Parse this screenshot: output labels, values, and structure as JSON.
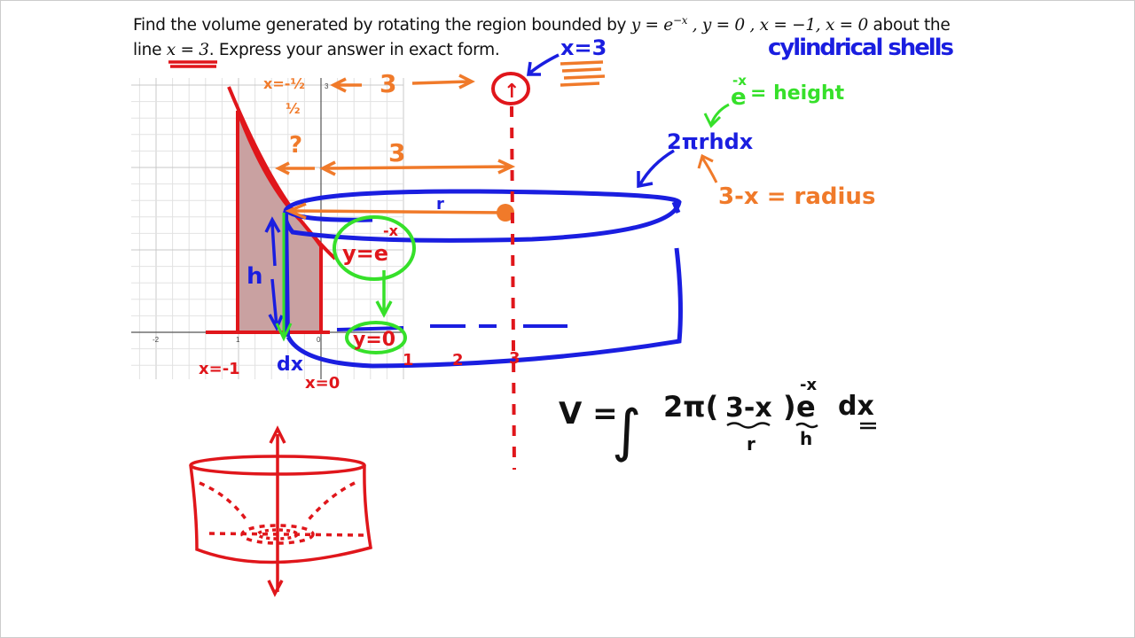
{
  "problem": {
    "line1_prefix": "Find the volume generated by rotating the region bounded by ",
    "eq1": "y = e",
    "eq1_exp": "−x",
    "eq2": " , y = 0 , x = −1, x = 0 ",
    "line1_suffix": " about the",
    "line2_prefix": "line ",
    "eq3": "x = 3",
    "line2_suffix": ".  Express your answer in exact form."
  },
  "graph": {
    "x_tick_labels": [
      "-2",
      "1",
      "0"
    ],
    "y_tick_labels": [
      "3"
    ]
  },
  "annotations": {
    "axis_of_rotation": "x=3",
    "method": "cylindrical shells",
    "height_note_base": "e",
    "height_note_exp": "-x",
    "height_note_suffix": "= height",
    "shell_formula": "2πrhdx",
    "radius_note": "3-x = radius",
    "x_half": "x=-½",
    "half": "½",
    "distance_top": "3",
    "question": "?",
    "distance_mid": "3",
    "r_label": "r",
    "h_label": "h",
    "curve_label": "y=e",
    "curve_label_exp": "-x",
    "floor_label": "y=0",
    "x_left": "x=-1",
    "dx_label": "dx",
    "x_right": "x=0",
    "tick_1": "1",
    "tick_2": "2",
    "tick_3": "3",
    "circled_top": "↑"
  },
  "integral": {
    "lhs": "V =",
    "sign": "∫",
    "body_prefix": "2π(",
    "radius": "3-x",
    "close": ")",
    "height_base": "e",
    "height_exp": "-x",
    "dx": "dx",
    "r_under": "r",
    "h_under": "h"
  },
  "colors": {
    "red": "#e0161b",
    "blue": "#1a1ee0",
    "orange": "#f07a2a",
    "green": "#36e02a",
    "black": "#111111",
    "region_fill": "#c9a1a1"
  }
}
